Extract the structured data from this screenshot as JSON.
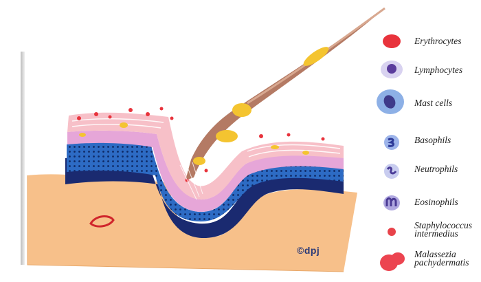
{
  "legend": {
    "items": [
      {
        "label": "Erythrocytes",
        "icon": "erythrocyte-icon",
        "color": "#e8333c"
      },
      {
        "label": "Lymphocytes",
        "icon": "lymphocyte-icon",
        "color": "#5a3c9c"
      },
      {
        "label": "Mast cells",
        "icon": "mast-cell-icon",
        "color": "#6a8fd8"
      },
      {
        "label": "Basophils",
        "icon": "basophil-icon",
        "color": "#3e4aa6"
      },
      {
        "label": "Neutrophils",
        "icon": "neutrophil-icon",
        "color": "#4b3d98"
      },
      {
        "label": "Eosinophils",
        "icon": "eosinophil-icon",
        "color": "#5a4aa0"
      },
      {
        "label": "Staphylococcus\nintermedius",
        "icon": "staphylococcus-icon",
        "color": "#e8434a"
      },
      {
        "label": "Malassezia\npachydermatis",
        "icon": "malassezia-icon",
        "color": "#ec4450"
      }
    ]
  },
  "credit": "©dpj",
  "colors": {
    "dermis": "#f7c08a",
    "epidermis_dark": "#1a2a70",
    "epidermis_blue": "#2d6bc4",
    "stratum_pink": "#e6a6d8",
    "keratin": "#f7c0c8",
    "hair": "#b47a64",
    "yellow": "#f4c430"
  }
}
